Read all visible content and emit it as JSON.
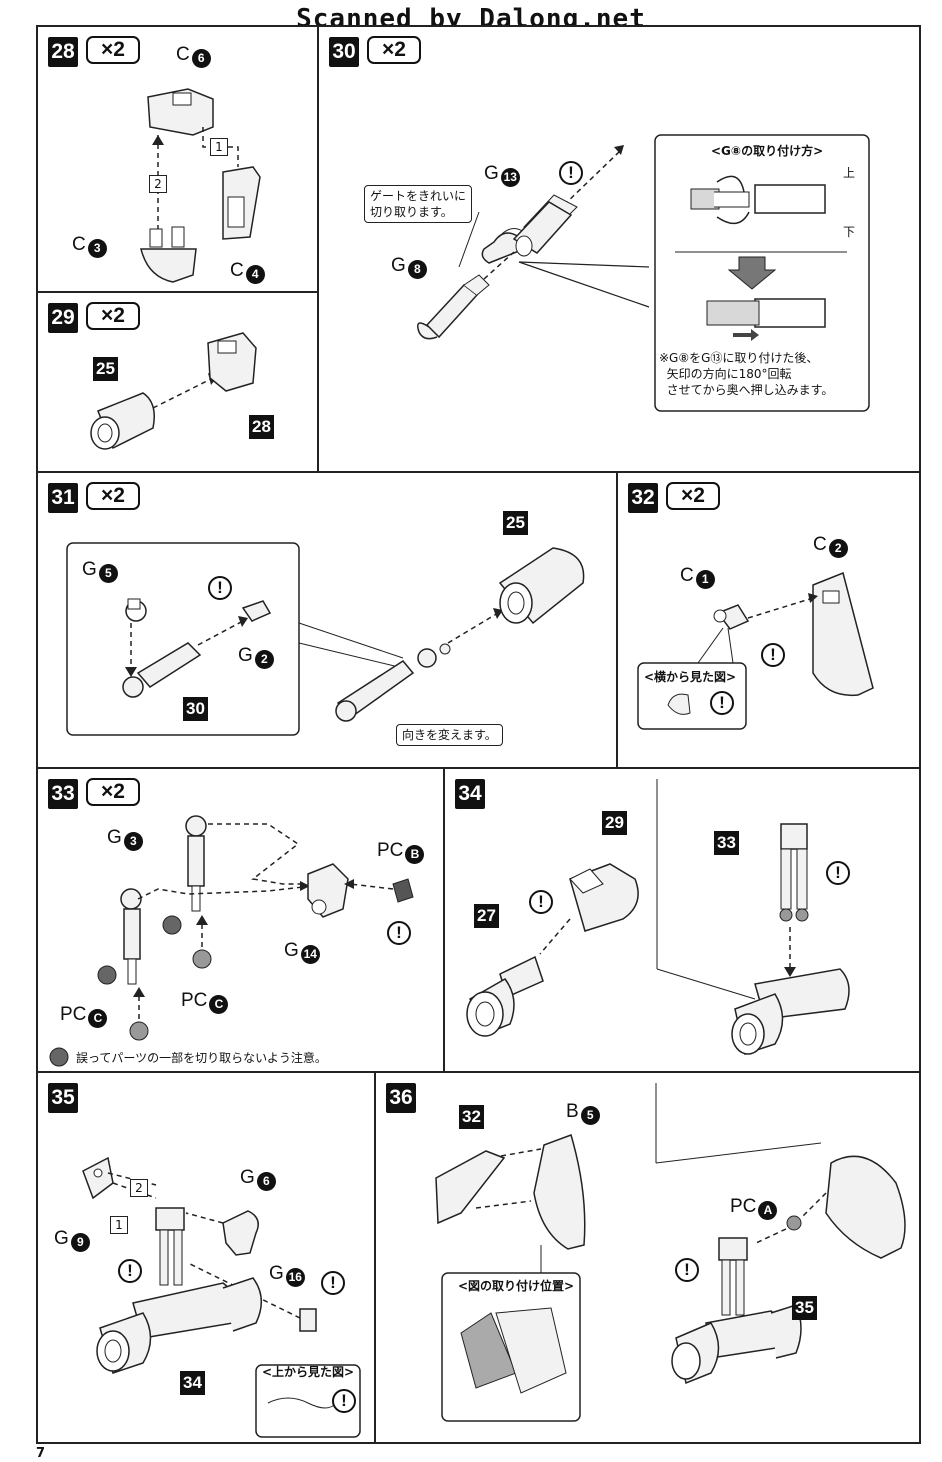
{
  "watermark": "Scanned by Dalong.net",
  "page_number": "7",
  "multiplier": "×2",
  "steps": {
    "s28": {
      "num": "28",
      "parts": {
        "c6": "C",
        "c6n": "6",
        "c3": "C",
        "c3n": "3",
        "c4": "C",
        "c4n": "4"
      },
      "order1": "1",
      "order2": "2"
    },
    "s29": {
      "num": "29",
      "tag25": "25",
      "tag28": "28"
    },
    "s30": {
      "num": "30",
      "g13": "G",
      "g13n": "13",
      "g8": "G",
      "g8n": "8",
      "gate_note": "ゲートをきれいに\n切り取ります。",
      "inset_title": "<G⑧の取り付け方>",
      "up": "上",
      "down": "下",
      "inset_note": "※G⑧をG⑬に取り付けた後、\n  矢印の方向に180°回転\n  させてから奥へ押し込みます。"
    },
    "s31": {
      "num": "31",
      "g5": "G",
      "g5n": "5",
      "g2": "G",
      "g2n": "2",
      "tag30": "30",
      "tag25": "25",
      "turn_note": "向きを変えます。"
    },
    "s32": {
      "num": "32",
      "c2": "C",
      "c2n": "2",
      "c1": "C",
      "c1n": "1",
      "side_view": "<横から見た図>"
    },
    "s33": {
      "num": "33",
      "g3": "G",
      "g3n": "3",
      "pcb": "PC",
      "pcbn": "B",
      "g14": "G",
      "g14n": "14",
      "pcc1": "PC",
      "pccn1": "C",
      "pcc2": "PC",
      "pccn2": "C",
      "caution": "誤ってパーツの一部を切り取らないよう注意。"
    },
    "s34": {
      "num": "34",
      "tag29": "29",
      "tag27": "27",
      "tag33": "33"
    },
    "s35": {
      "num": "35",
      "g6": "G",
      "g6n": "6",
      "g9": "G",
      "g9n": "9",
      "g16": "G",
      "g16n": "16",
      "tag34": "34",
      "order1": "1",
      "order2": "2",
      "top_view": "<上から見た図>"
    },
    "s36": {
      "num": "36",
      "tag32": "32",
      "b5": "B",
      "b5n": "5",
      "pca": "PC",
      "pcan": "A",
      "tag35": "35",
      "position_title": "<図の取り付け位置>"
    }
  },
  "excl_mark": "!"
}
